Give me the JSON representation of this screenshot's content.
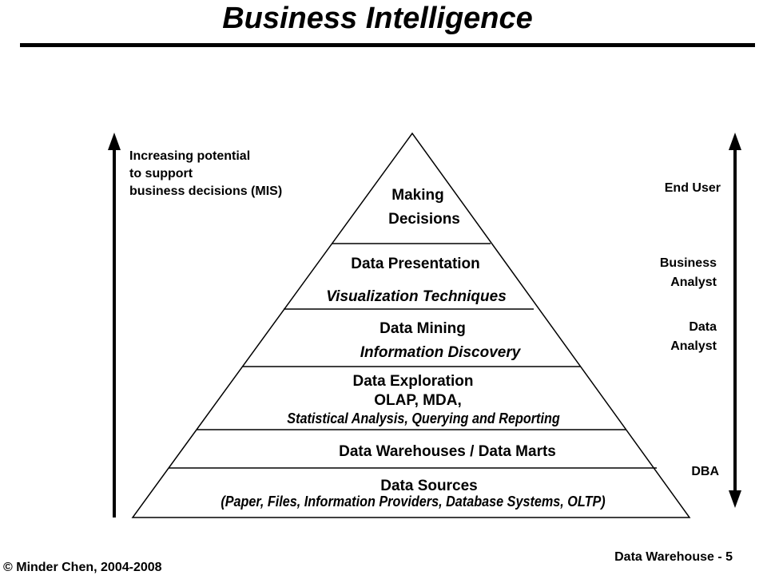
{
  "title": "Business Intelligence",
  "left_arrow_note": [
    "Increasing potential",
    "to support",
    "business decisions (MIS)"
  ],
  "levels": [
    {
      "name": "Making",
      "name2": "Decisions"
    },
    {
      "name": "Data Presentation",
      "sub": "Visualization Techniques"
    },
    {
      "name": "Data Mining",
      "sub": "Information Discovery"
    },
    {
      "name": "Data Exploration",
      "sub1": "OLAP, MDA,",
      "sub2": "Statistical Analysis, Querying and Reporting"
    },
    {
      "name": "Data Warehouses / Data Marts"
    },
    {
      "name": "Data Sources",
      "sub": "(Paper, Files, Information Providers, Database Systems, OLTP)"
    }
  ],
  "roles": [
    {
      "line1": "End User"
    },
    {
      "line1": "Business",
      "line2": "Analyst"
    },
    {
      "line1": "Data",
      "line2": "Analyst"
    },
    {
      "line1": "DBA"
    }
  ],
  "footer": {
    "left": "© Minder Chen, 2004-2008",
    "right": "Data Warehouse - 5"
  }
}
